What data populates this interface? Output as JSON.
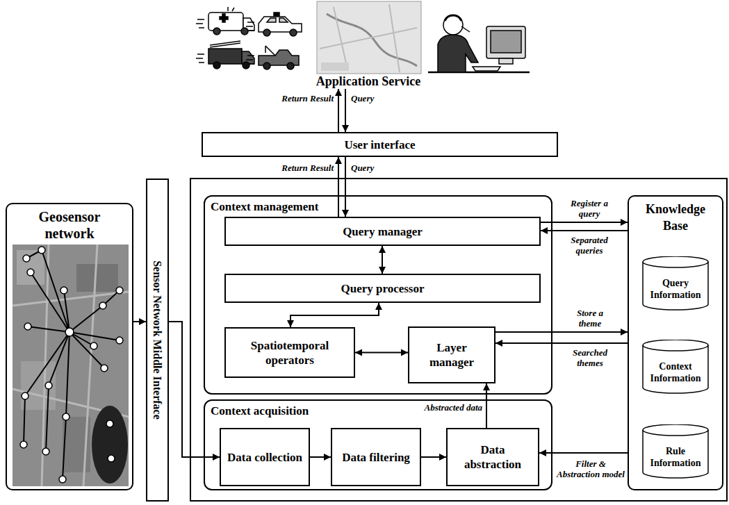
{
  "diagram": {
    "nodes": [
      {
        "text": [
          "Application Service"
        ]
      },
      {
        "text": [
          "User interface"
        ]
      },
      {
        "text": [
          "Geosensor network"
        ]
      },
      {
        "text": [
          "Sensor Network Middle Interface"
        ]
      },
      {
        "text": [
          "Context management"
        ]
      },
      {
        "text": [
          "Query manager"
        ],
        "in": 4
      },
      {
        "text": [
          "Query processor"
        ],
        "in": 4
      },
      {
        "text": [
          "Spatiotemporal operators"
        ],
        "in": 4
      },
      {
        "text": [
          "Layer manager"
        ],
        "in": 4
      },
      {
        "text": [
          "Context acquisition"
        ]
      },
      {
        "text": [
          "Data collection"
        ],
        "in": 9
      },
      {
        "text": [
          "Data filtering"
        ],
        "in": 9
      },
      {
        "text": [
          "Data abstraction"
        ],
        "in": 9
      },
      {
        "text": [
          "Knowledge Base"
        ]
      },
      {
        "text": [
          "Query Information"
        ],
        "in": 13
      },
      {
        "text": [
          "Context Information"
        ],
        "in": 13
      },
      {
        "text": [
          "Rule Information"
        ],
        "in": 13
      }
    ],
    "edges": [
      {
        "from": 1,
        "to": 0,
        "label": "Return Result",
        "arrow": "to"
      },
      {
        "from": 0,
        "to": 1,
        "label": "Query",
        "arrow": "to"
      },
      {
        "from": 5,
        "to": 1,
        "label": "Return Result",
        "arrow": "to"
      },
      {
        "from": 1,
        "to": 5,
        "label": "Query",
        "arrow": "to"
      },
      {
        "from": 5,
        "to": 13,
        "label": "Register a query",
        "arrow": "to"
      },
      {
        "from": 13,
        "to": 5,
        "label": "Separated queries",
        "arrow": "to"
      },
      {
        "from": 5,
        "to": 6,
        "arrow": "both"
      },
      {
        "from": 6,
        "to": 7,
        "arrow": "both"
      },
      {
        "from": 7,
        "to": 8,
        "arrow": "both"
      },
      {
        "from": 8,
        "to": 13,
        "label": "Store a theme",
        "arrow": "to"
      },
      {
        "from": 13,
        "to": 8,
        "label": "Searched themes",
        "arrow": "to"
      },
      {
        "from": 12,
        "to": 8,
        "label": "Abstracted data",
        "arrow": "to"
      },
      {
        "from": 10,
        "to": 11,
        "arrow": "to"
      },
      {
        "from": 11,
        "to": 12,
        "arrow": "to"
      },
      {
        "from": 13,
        "to": 12,
        "label": "Filter & Abstraction model",
        "arrow": "to"
      },
      {
        "from": 2,
        "to": 3,
        "arrow": "to"
      },
      {
        "from": 3,
        "to": 10,
        "arrow": "to"
      }
    ]
  }
}
